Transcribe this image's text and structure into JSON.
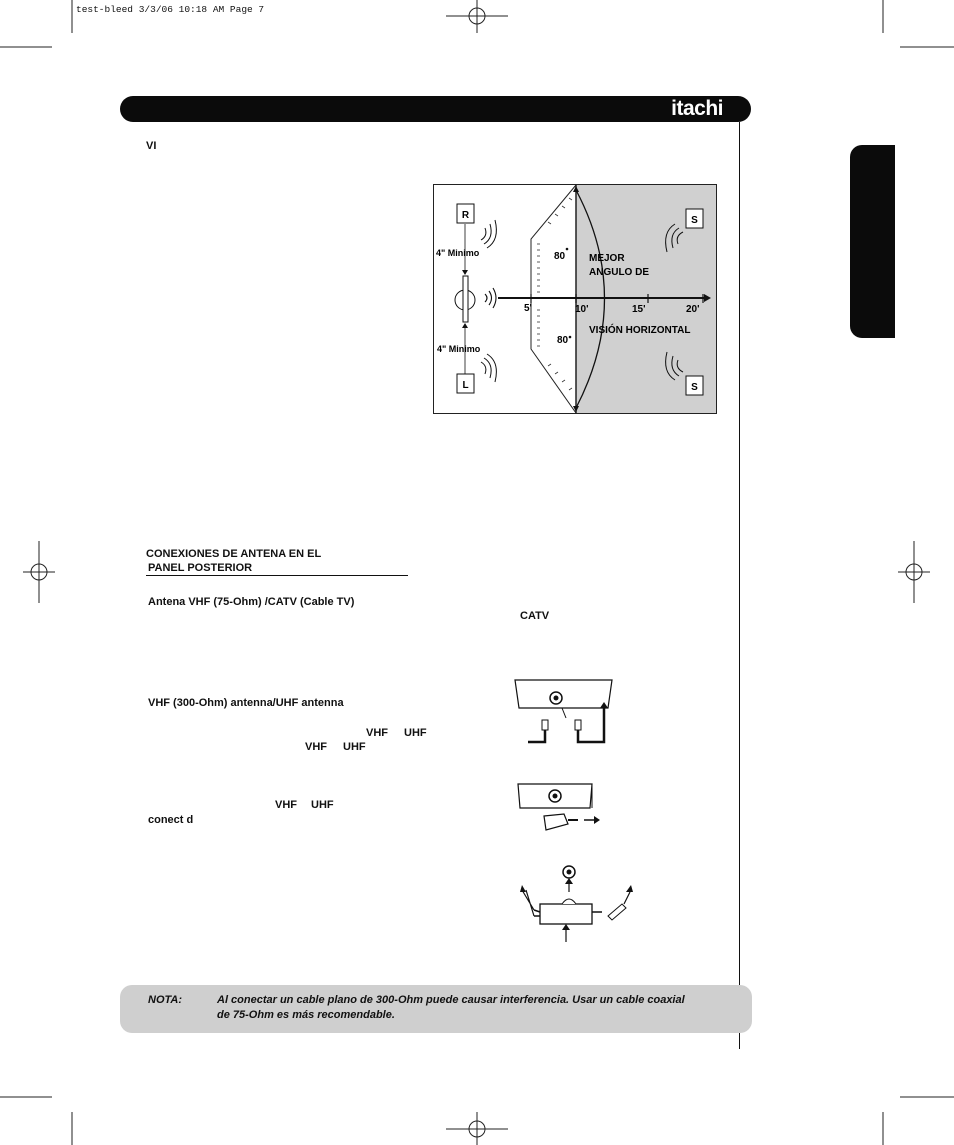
{
  "print_slug": "test-bleed  3/3/06  10:18 AM  Page 7",
  "header": {
    "brand": "itachi"
  },
  "section_mark": "VI",
  "diagram": {
    "speaker_r": "R",
    "speaker_l": "L",
    "speaker_s_top": "S",
    "speaker_s_bottom": "S",
    "min_top": "4\" Minimo",
    "min_bottom": "4\" Minimo",
    "angle_top": "80",
    "angle_bottom": "80",
    "dist_5": "5'",
    "dist_10": "10'",
    "dist_15": "15'",
    "dist_20": "20'",
    "best_line1": "MEJOR",
    "best_line2": "ANGULO DE",
    "best_line3": "VISIÓN HORIZONTAL"
  },
  "antenna": {
    "heading_line1": "CONEXIONES DE ANTENA EN EL",
    "heading_line2": "PANEL POSTERIOR",
    "sub1": "Antena VHF (75-Ohm) /CATV (Cable TV)",
    "catv": "CATV",
    "sub2": "VHF (300-Ohm) antenna/UHF antenna",
    "vhf_a": "VHF",
    "uhf_a": "UHF",
    "vhf_b": "VHF",
    "uhf_b": "UHF",
    "vhf_c": "VHF",
    "uhf_c": "UHF",
    "conect": "conect  d"
  },
  "note": {
    "label": "NOTA:",
    "line1": "Al conectar un cable plano de 300-Ohm puede causar interferencia. Usar un cable coaxial",
    "line2": "de 75-Ohm es más recomendable."
  }
}
